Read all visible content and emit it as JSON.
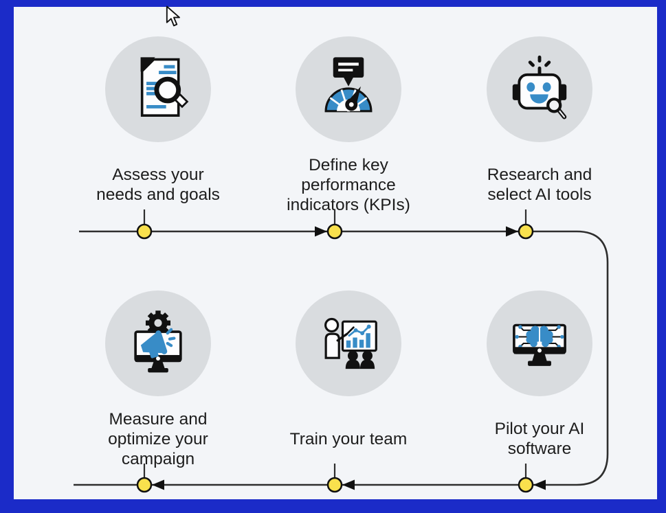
{
  "diagram": {
    "title_hint": "AI implementation process flow",
    "frame_color": "#1b2bc8",
    "background_color": "#f3f5f8",
    "circle_color": "#d9dcdf",
    "accent_blue": "#388cc7",
    "node_color": "#f9e14d",
    "line_color": "#2e2e2e",
    "text_color": "#1d1d1d"
  },
  "flow": {
    "top_row_direction": "left-to-right",
    "bottom_row_direction": "right-to-left",
    "node_count": 6
  },
  "steps": {
    "top": [
      {
        "icon": "document-magnifier-icon",
        "label": "Assess your needs and goals",
        "lines": [
          "Assess your",
          "needs and goals"
        ]
      },
      {
        "icon": "speedometer-bubble-icon",
        "label": "Define key performance indicators (KPIs)",
        "lines": [
          "Define key",
          "performance",
          "indicators (KPIs)"
        ]
      },
      {
        "icon": "robot-magnifier-icon",
        "label": "Research and select AI tools",
        "lines": [
          "Research and",
          "select AI tools"
        ]
      }
    ],
    "bottom": [
      {
        "icon": "monitor-megaphone-gear-icon",
        "label": "Measure and optimize your campaign",
        "lines": [
          "Measure and",
          "optimize your",
          "campaign"
        ]
      },
      {
        "icon": "presenter-chart-icon",
        "label": "Train your team",
        "lines": [
          "Train your team"
        ]
      },
      {
        "icon": "monitor-brain-circuit-icon",
        "label": "Pilot your AI software",
        "lines": [
          "Pilot your AI",
          "software"
        ]
      }
    ]
  },
  "cursor": {
    "type": "arrow-pointer"
  }
}
